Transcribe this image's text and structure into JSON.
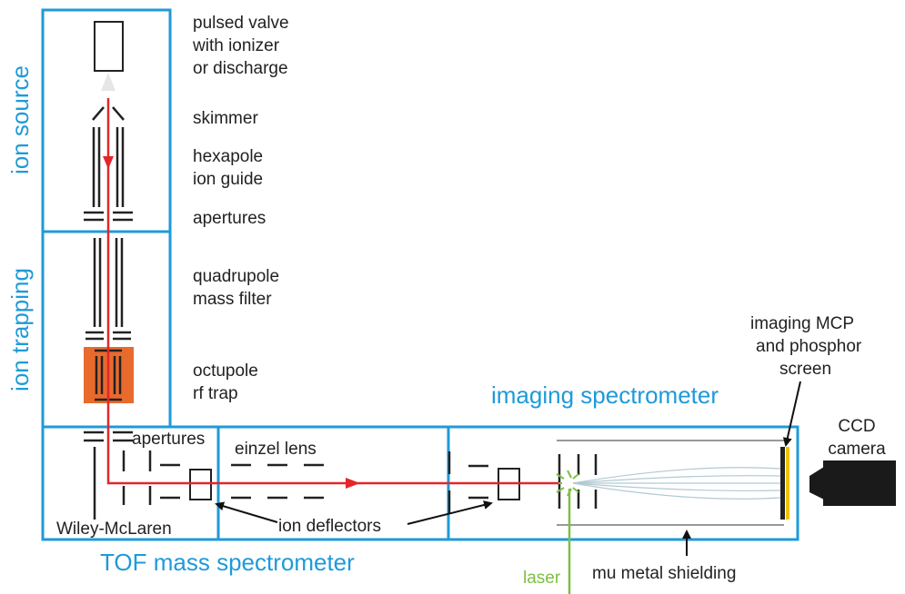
{
  "colors": {
    "frame": "#1f9ad8",
    "ion_beam": "#e3262a",
    "laser": "#7cc043",
    "trap": "#e86a2c",
    "phosphor": "#f2c200",
    "ink": "#222222"
  },
  "sections": {
    "ion_source": "ion source",
    "ion_trapping": "ion trapping",
    "tof": "TOF mass spectrometer",
    "imaging": "imaging spectrometer"
  },
  "labels": {
    "pulsed_valve": [
      "pulsed valve",
      "with ionizer",
      "or discharge"
    ],
    "skimmer": "skimmer",
    "hexapole": [
      "hexapole",
      "ion guide"
    ],
    "apertures_top": "apertures",
    "quadrupole": [
      "quadrupole",
      "mass filter"
    ],
    "octupole": [
      "octupole",
      "rf trap"
    ],
    "apertures_bottom": "apertures",
    "einzel_lens": "einzel lens",
    "wiley_mclaren": "Wiley-McLaren",
    "ion_deflectors": "ion deflectors",
    "imaging_mcp": [
      "imaging MCP",
      "and phosphor",
      "screen"
    ],
    "ccd_camera": [
      "CCD",
      "camera"
    ],
    "laser": "laser",
    "mu_metal": "mu metal shielding"
  }
}
